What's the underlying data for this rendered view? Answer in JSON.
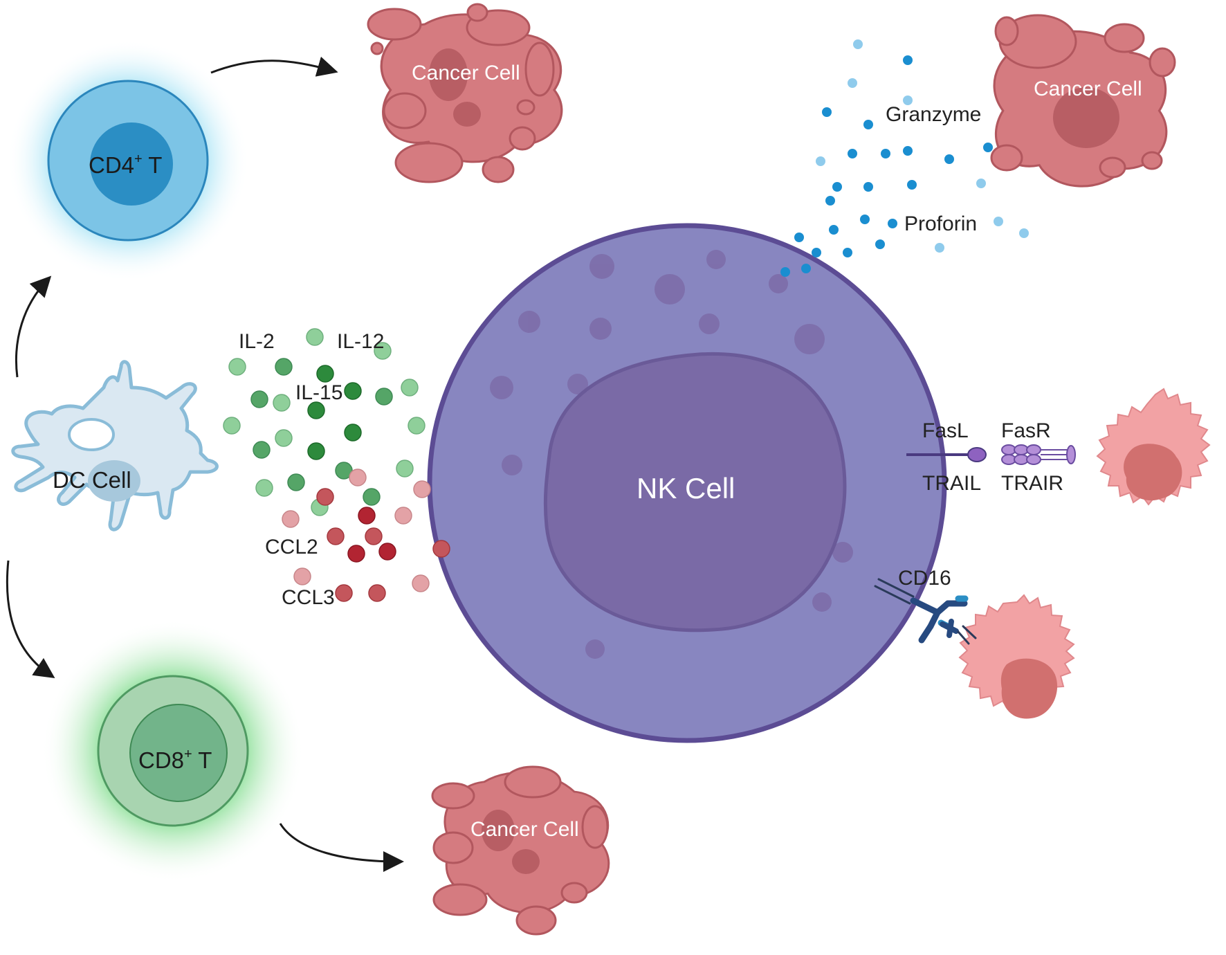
{
  "labels": {
    "cd4": "CD4",
    "cd4_sup": "+",
    "cd4_tail": " T",
    "cd8": "CD8",
    "cd8_sup": "+",
    "cd8_tail": " T",
    "dc": "DC Cell",
    "nk": "NK Cell",
    "cancer_top": "Cancer Cell",
    "cancer_topright": "Cancer Cell",
    "cancer_bottom": "Cancer Cell",
    "granzyme": "Granzyme",
    "proforin": "Proforin",
    "il2": "IL-2",
    "il12": "IL-12",
    "il15": "IL-15",
    "ccl2": "CCL2",
    "ccl3": "CCL3",
    "fasl": "FasL",
    "fasr": "FasR",
    "trail": "TRAIL",
    "trair": "TRAIR",
    "cd16": "CD16"
  },
  "colors": {
    "nk_cytoplasm": "#8886c0",
    "nk_border": "#5c4c94",
    "nk_nucleus": "#7a6aa6",
    "cd4_outer": "#7cc4e6",
    "cd4_inner": "#2b8ec4",
    "cd8_outer": "#a6d2ae",
    "cd8_inner": "#72b48a",
    "dc_fill": "#dae8f2",
    "dc_border": "#8abcd8",
    "cancer_fill": "#d57b80",
    "cancer_border": "#b2575e",
    "target_fill": "#f2a2a4",
    "granzyme_dark": "#1a8ed0",
    "granzyme_light": "#8fcbec",
    "cytokine_green_dark": "#2d8a3c",
    "cytokine_green_light": "#8fcf9a",
    "chemokine_red_dark": "#b22432",
    "chemokine_red_light": "#e3a2a6"
  }
}
